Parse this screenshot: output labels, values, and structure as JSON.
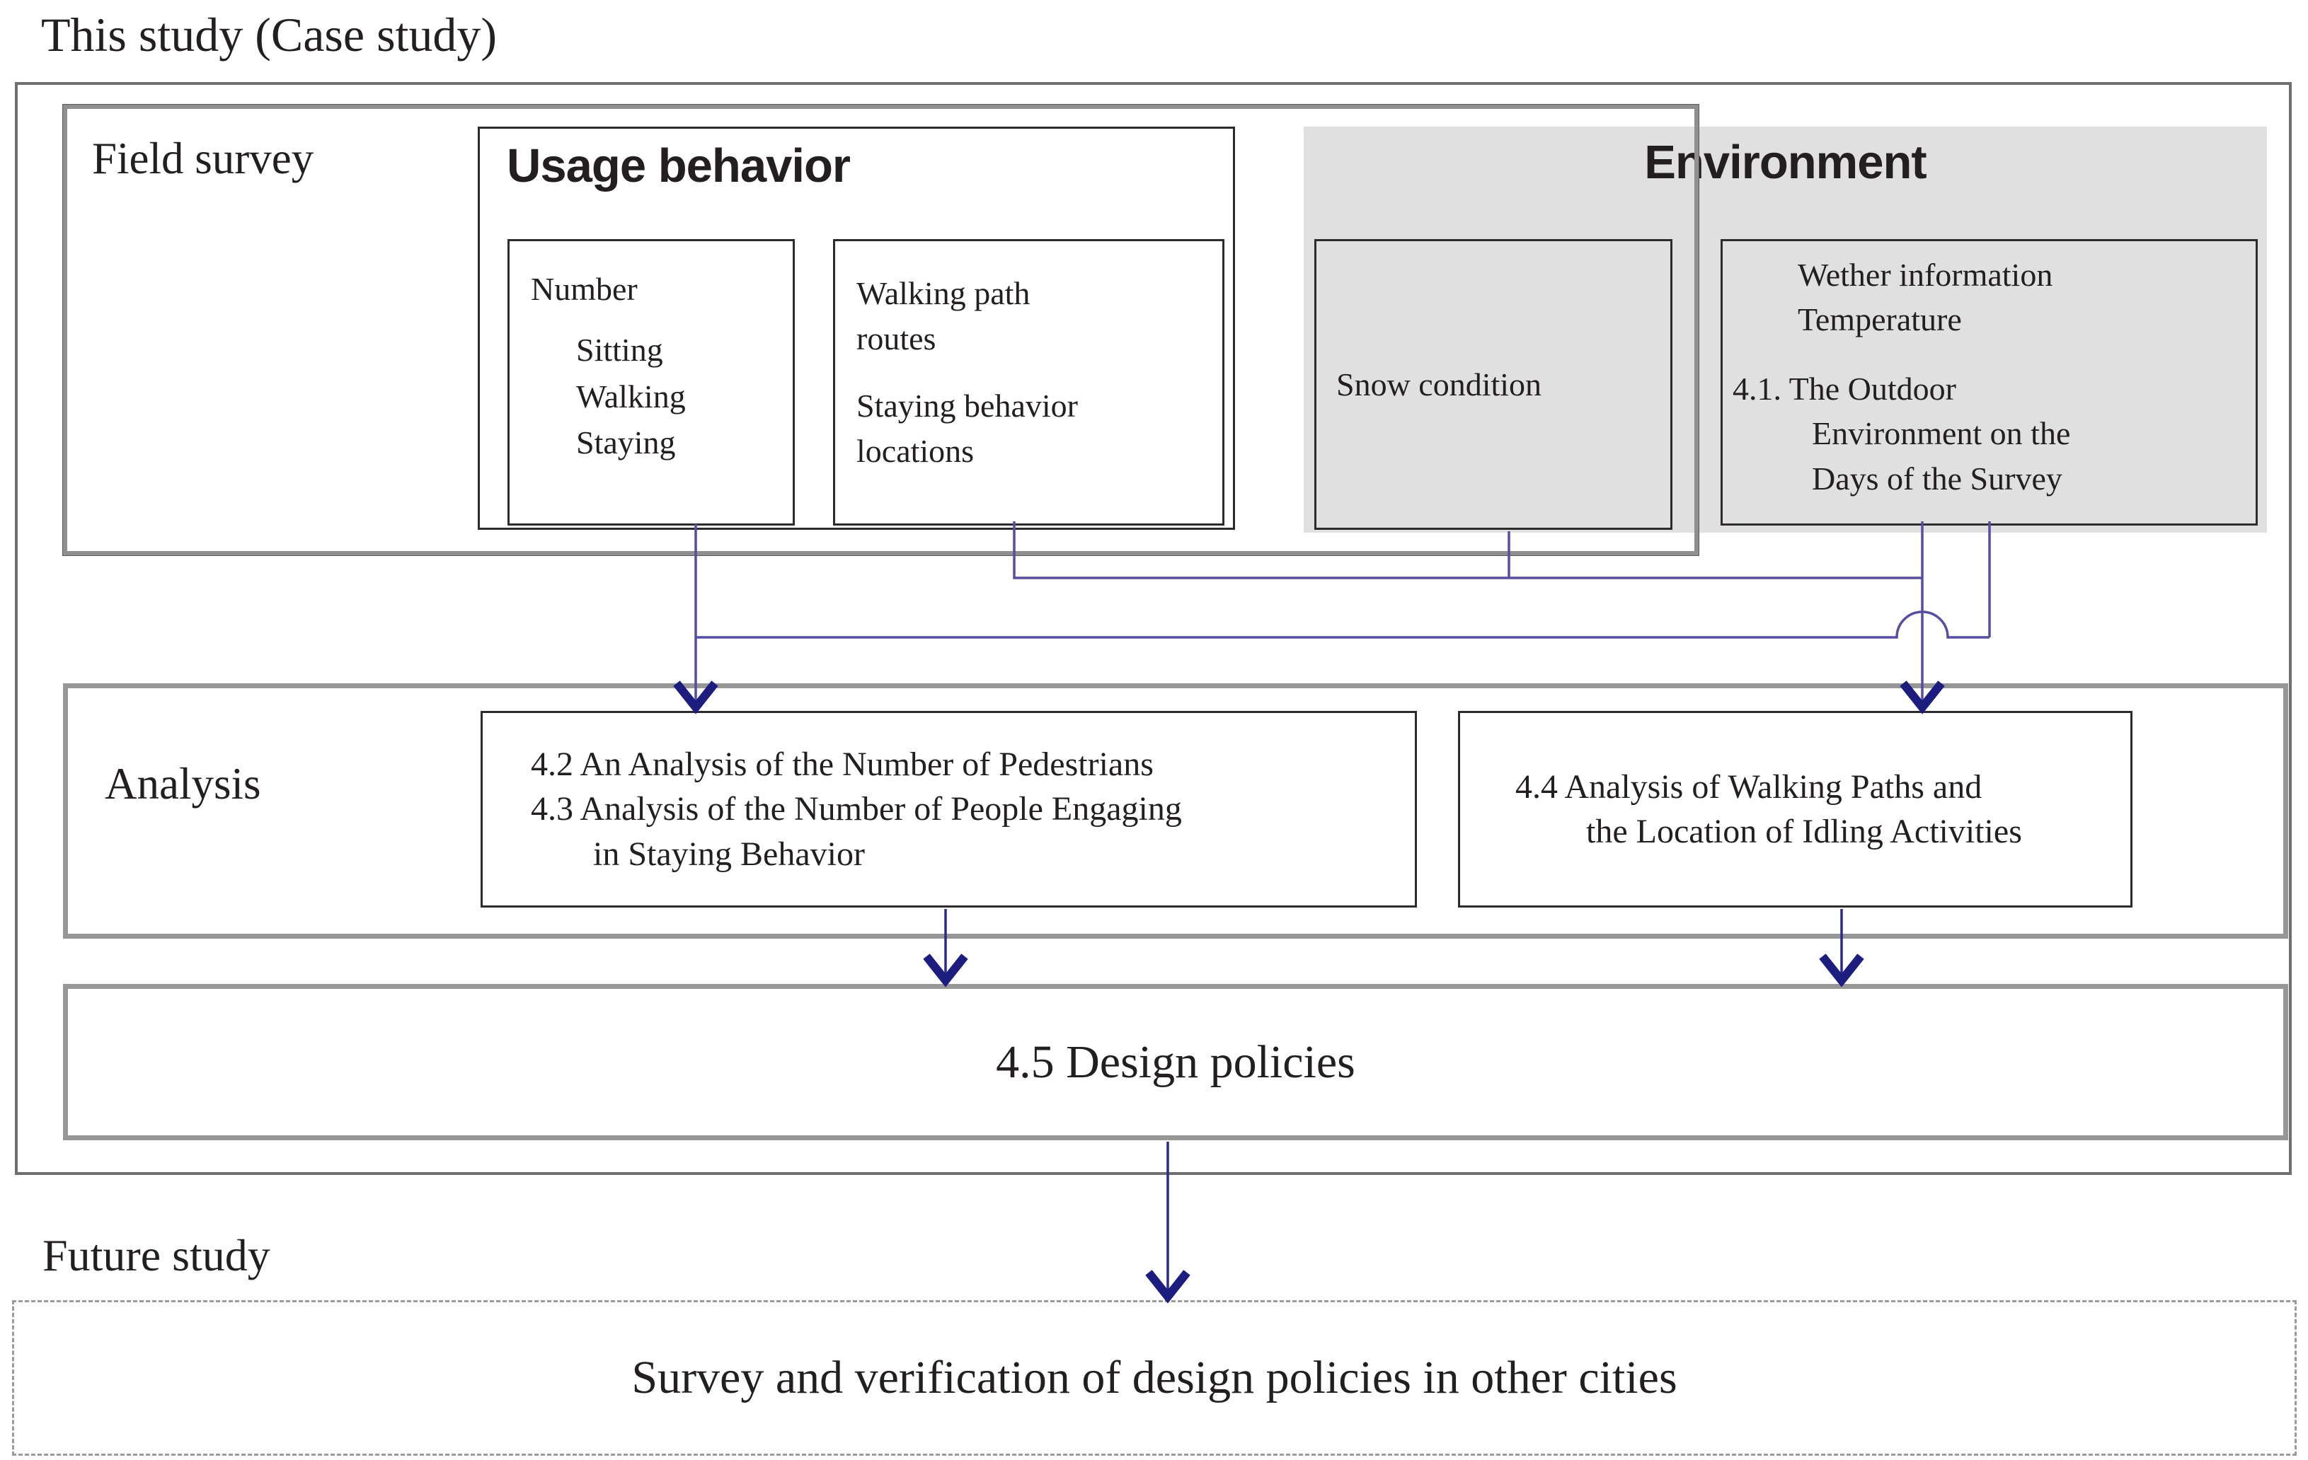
{
  "title": "This study (Case study)",
  "sections": {
    "field_survey": {
      "label": "Field survey",
      "usage_behavior": {
        "heading": "Usage behavior",
        "number_box": {
          "title": "Number",
          "items": [
            "Sitting",
            "Walking",
            "Staying"
          ]
        },
        "paths_box": {
          "para1": [
            "Walking path",
            "routes"
          ],
          "para2": [
            "Staying behavior",
            "locations"
          ]
        }
      },
      "environment": {
        "heading": "Environment",
        "snow_box": {
          "label": "Snow condition"
        },
        "weather_box": {
          "info_lines": [
            "Wether information",
            "Temperature"
          ],
          "ref_lines": [
            "4.1. The Outdoor",
            "Environment on the",
            "Days of the Survey"
          ]
        }
      }
    },
    "analysis": {
      "label": "Analysis",
      "pedestrian_box": {
        "lines": [
          "4.2 An Analysis of the Number of Pedestrians",
          "4.3 Analysis of the Number of People Engaging",
          "in Staying Behavior"
        ]
      },
      "walking_paths_box": {
        "lines": [
          "4.4 Analysis of Walking Paths and",
          "the Location of Idling Activities"
        ]
      }
    },
    "design_policies": {
      "label": "4.5 Design policies"
    },
    "future_study": {
      "label": "Future study",
      "box_label": "Survey and verification of design policies in other cities"
    }
  },
  "colors": {
    "connector_purple": "#574da1",
    "arrow_navy": "#2e2a87",
    "environment_panel_gray": "#e1e0e0",
    "gray_border": "#979797",
    "text": "#231f20"
  }
}
